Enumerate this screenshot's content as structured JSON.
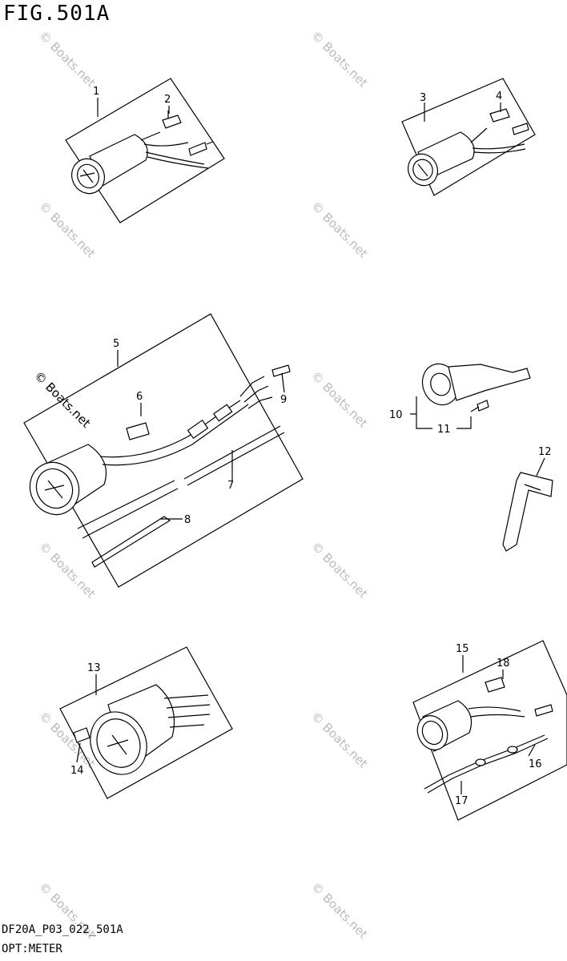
{
  "figure": {
    "title": "FIG.501A",
    "code": "DF20A_P03_022_501A",
    "name": "OPT:METER"
  },
  "watermark": "© Boats.net",
  "callouts": [
    "1",
    "2",
    "3",
    "4",
    "5",
    "6",
    "7",
    "8",
    "9",
    "10",
    "11",
    "12",
    "13",
    "14",
    "15",
    "16",
    "17",
    "18"
  ]
}
